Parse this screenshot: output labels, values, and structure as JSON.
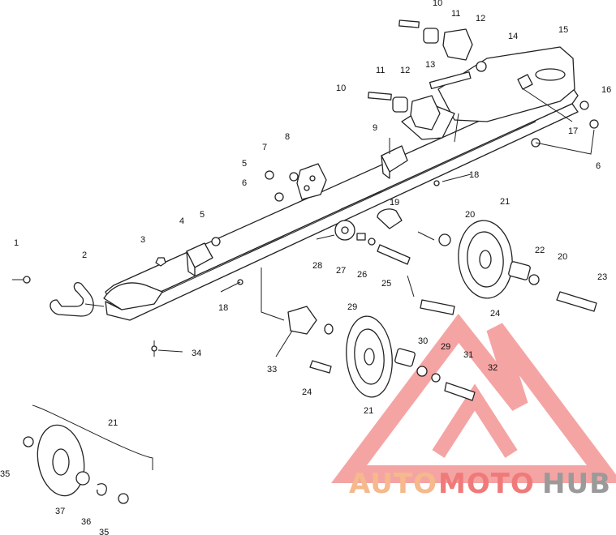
{
  "callouts": [
    "1",
    "2",
    "3",
    "4",
    "5",
    "5",
    "6",
    "7",
    "8",
    "9",
    "10",
    "10",
    "11",
    "11",
    "12",
    "12",
    "13",
    "14",
    "15",
    "16",
    "17",
    "6",
    "18",
    "18",
    "19",
    "20",
    "20",
    "21",
    "21",
    "21",
    "22",
    "23",
    "24",
    "24",
    "25",
    "26",
    "27",
    "28",
    "29",
    "29",
    "30",
    "31",
    "32",
    "33",
    "34",
    "35",
    "35",
    "36",
    "37"
  ],
  "watermark": {
    "part1": "AUTO",
    "part2": "MOTO",
    "part3": "HUB",
    "color_part1": "#f5b98c",
    "color_part2": "#f07a7a",
    "color_part3": "#9a9a9a",
    "triangle_color": "#f07a7a"
  }
}
